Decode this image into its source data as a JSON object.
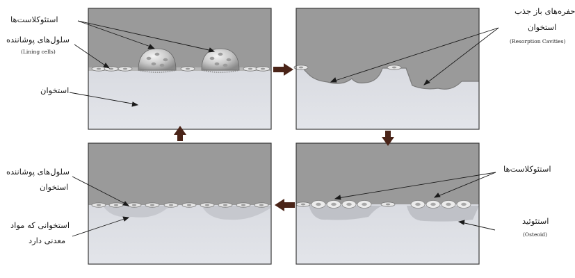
{
  "panels": {
    "top_left": {
      "osteoclasts": "استئوکلاست‌ها",
      "lining_cells": "سلول‌های پوشاننده",
      "lining_cells_en": "(Lining cells)",
      "bone": "استخوان"
    },
    "top_right": {
      "resorption_1": "حفره‌های باز جذب",
      "resorption_2": "استخوان",
      "resorption_en": "(Resorption Cavities)"
    },
    "bottom_right": {
      "osteoblasts": "استئوکلاست‌ها",
      "osteoid": "استئوئید",
      "osteoid_en": "(Osteoid)"
    },
    "bottom_left": {
      "lining_1": "سلول‌های پوشاننده",
      "lining_2": "استخوان",
      "mineral_1": "استخوانی که مواد",
      "mineral_2": "معدنی دارد"
    }
  },
  "colors": {
    "tissue": "#9a9a9a",
    "bone": "#d9dbe1",
    "arrow": "#4a2418",
    "frame": "#3a3a3a"
  }
}
